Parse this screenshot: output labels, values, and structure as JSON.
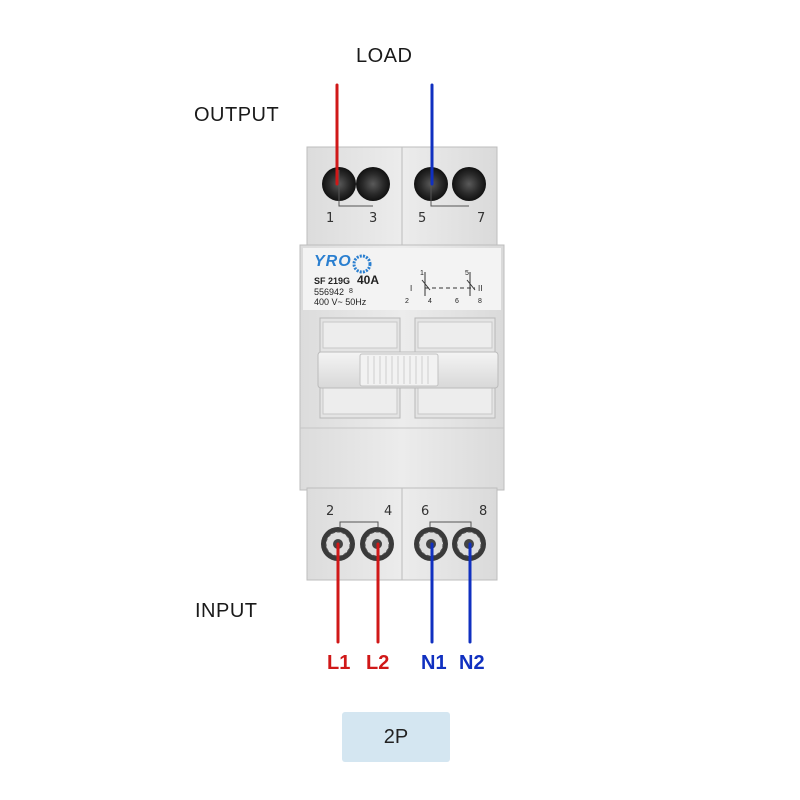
{
  "labels": {
    "load": "LOAD",
    "output": "OUTPUT",
    "input": "INPUT"
  },
  "terminals": {
    "top": [
      "1",
      "3",
      "5",
      "7"
    ],
    "bottom": [
      "2",
      "4",
      "6",
      "8"
    ]
  },
  "device": {
    "brand": "YRO",
    "model": "SF 219G",
    "rating": "40A",
    "serial": "556942",
    "serial_suffix": "8",
    "spec": "400 V~ 50Hz",
    "schematic": {
      "pole1": "I",
      "pole2": "II",
      "t_top_left": "1",
      "t_top_right": "5",
      "t_bot": [
        "2",
        "4",
        "6",
        "8"
      ]
    }
  },
  "wires": [
    {
      "name": "L1",
      "color": "#d01818"
    },
    {
      "name": "L2",
      "color": "#d01818"
    },
    {
      "name": "N1",
      "color": "#1030c0"
    },
    {
      "name": "N2",
      "color": "#1030c0"
    }
  ],
  "badge": "2P"
}
